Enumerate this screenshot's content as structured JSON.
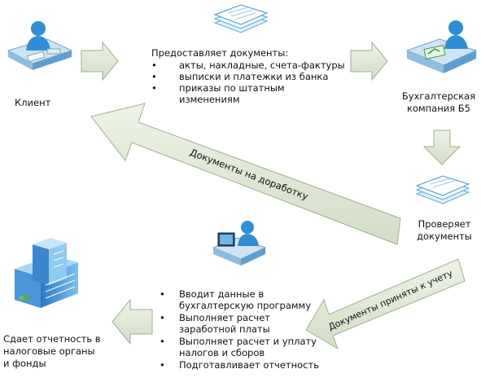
{
  "client": {
    "label": "Клиент"
  },
  "provides": {
    "heading": "Предоставляет документы:",
    "items": [
      "акты, накладные, счета-фактуры",
      "выписки и платежки из банка",
      "приказы по штатным изменениям"
    ]
  },
  "company": {
    "label_line1": "Бухгалтерская",
    "label_line2": "компания Б5"
  },
  "returned": {
    "label": "Документы на доработку"
  },
  "checks": {
    "label_line1": "Проверяет",
    "label_line2": "документы"
  },
  "accepted": {
    "label": "Документы приняты к учету"
  },
  "work": {
    "items": [
      [
        "Вводит данные в",
        "бухгалтерскую программу"
      ],
      [
        "Выполняет расчет",
        "заработной платы"
      ],
      [
        "Выполняет расчет и уплату",
        "налогов и сборов"
      ],
      [
        "Подготавливает отчетность"
      ]
    ]
  },
  "reports": {
    "line1": "Сдает отчетность в",
    "line2": "налоговые органы",
    "line3": "и фонды"
  },
  "colors": {
    "arrow_fill": "#e3ebd8",
    "arrow_stroke": "#9db08a",
    "accent_blue": "#2f8fd6"
  }
}
